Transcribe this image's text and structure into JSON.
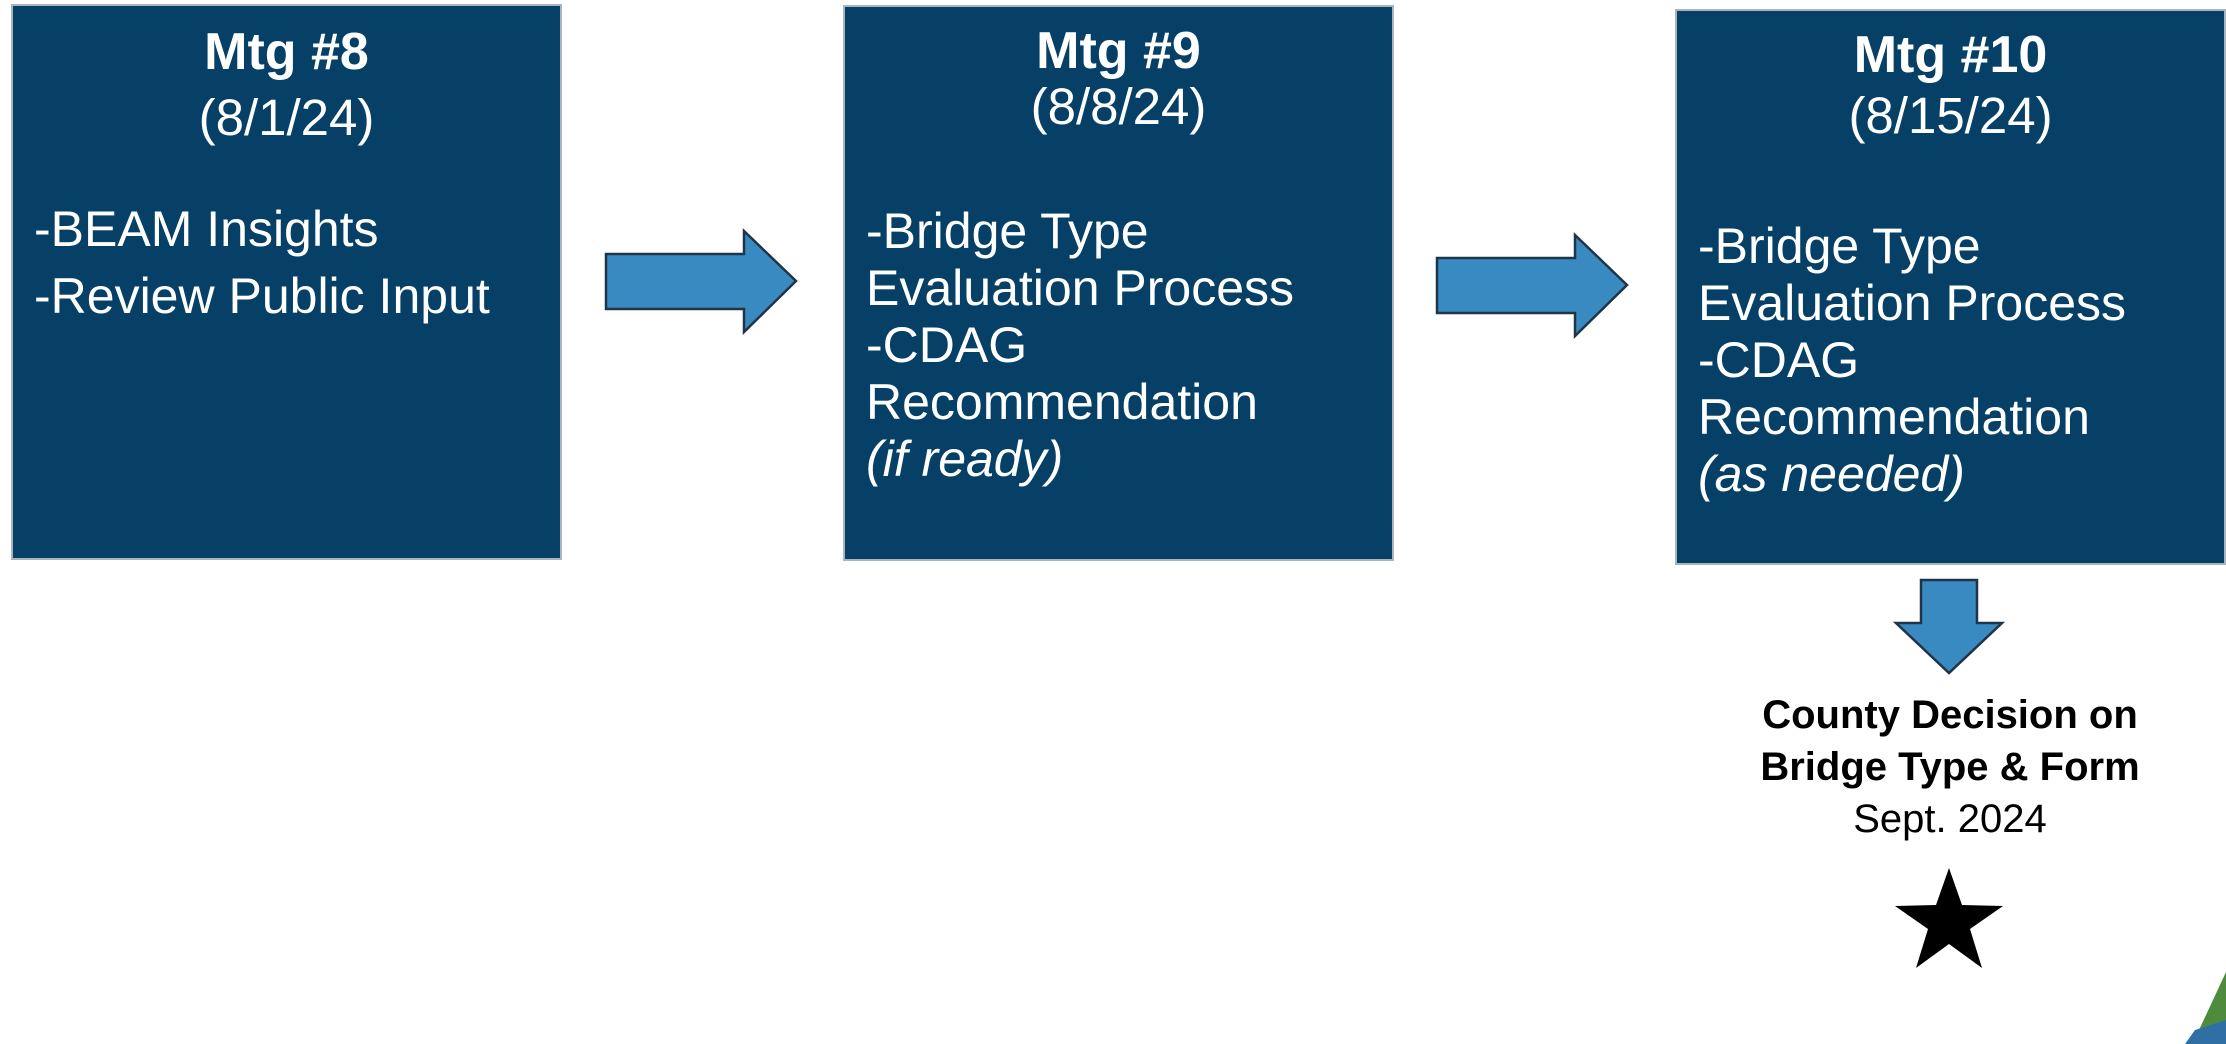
{
  "meetings": [
    {
      "title": "Mtg #8",
      "date": "(8/1/24)",
      "agenda": [
        "-BEAM Insights",
        "-Review Public Input"
      ],
      "note": ""
    },
    {
      "title": "Mtg #9",
      "date": "(8/8/24)",
      "agenda": [
        "-Bridge Type",
        "Evaluation Process",
        "-CDAG",
        "Recommendation"
      ],
      "note": "(if ready)"
    },
    {
      "title": "Mtg #10",
      "date": "(8/15/24)",
      "agenda": [
        "-Bridge Type",
        "Evaluation Process",
        "-CDAG",
        "Recommendation"
      ],
      "note": "(as needed)"
    }
  ],
  "decision": {
    "title_line_1": "County Decision on",
    "title_line_2": "Bridge Type & Form",
    "date": "Sept. 2024"
  },
  "colors": {
    "box_fill": "#064066",
    "arrow_fill": "#3a8ac2",
    "arrow_stroke": "#1f3447",
    "text_light": "#ffffff",
    "text_dark": "#000000",
    "logo_green": "#4f8b3c",
    "logo_blue": "#2f6fa3"
  },
  "icons": {
    "flow_arrow": "right-arrow-icon",
    "down_arrow": "down-arrow-icon",
    "milestone": "star-icon",
    "logo": "corner-logo-icon"
  }
}
